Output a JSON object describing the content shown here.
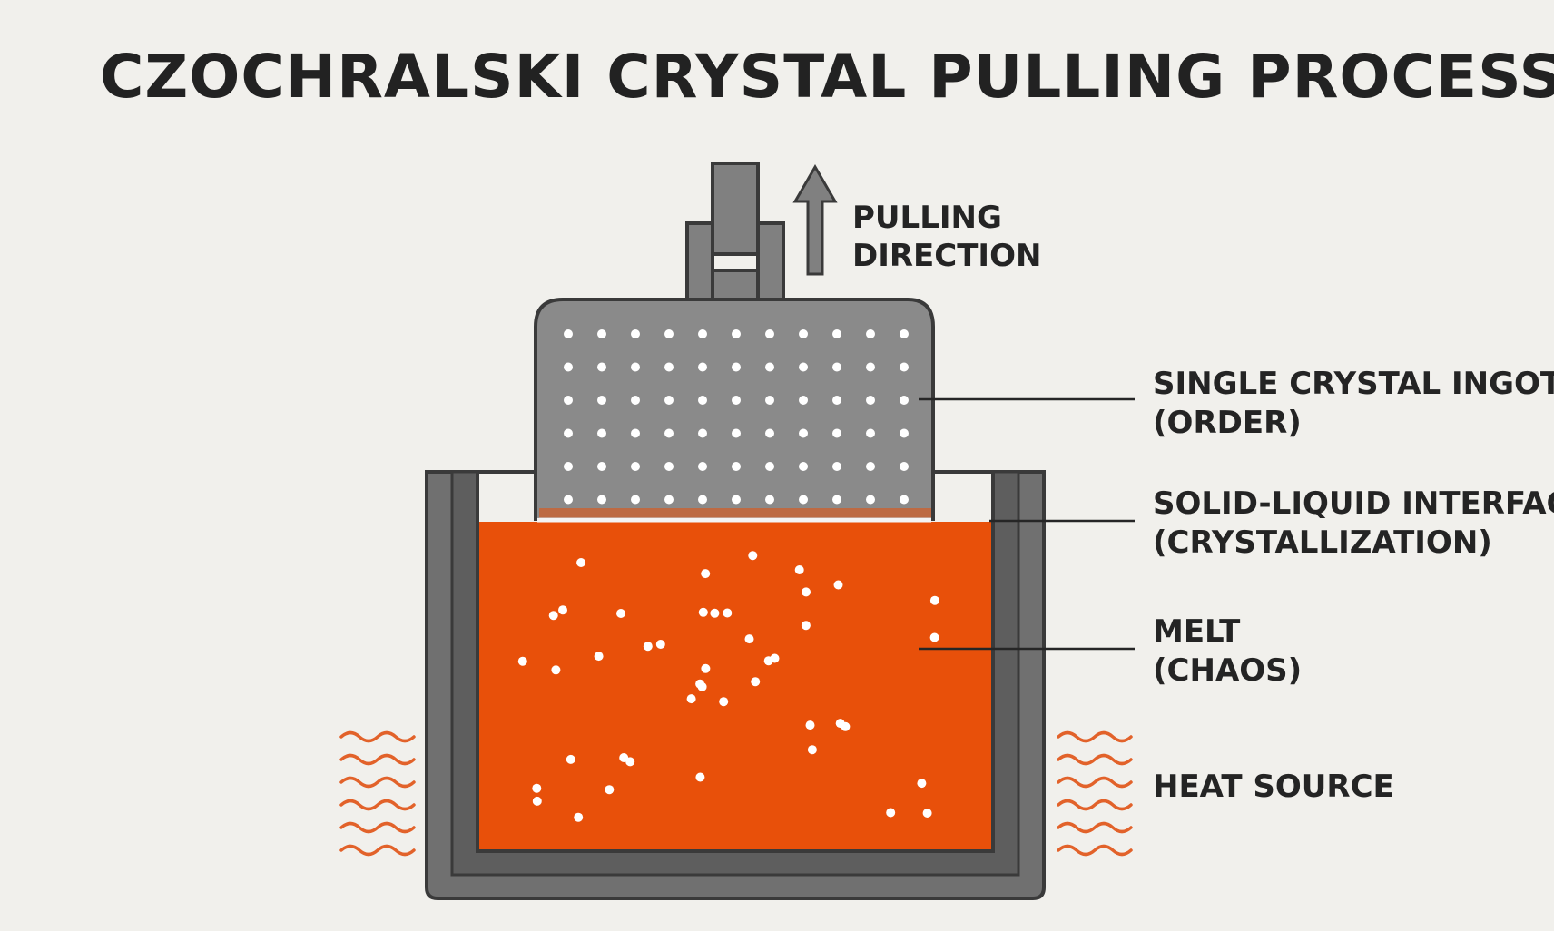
{
  "title": "CZOCHRALSKI CRYSTAL PULLING PROCESS",
  "labels": {
    "pulling_direction": [
      "PULLING",
      "DIRECTION"
    ],
    "ingot": [
      "SINGLE CRYSTAL INGOT",
      "(ORDER)"
    ],
    "interface": [
      "SOLID-LIQUID INTERFACE",
      "(CRYSTALLIZATION)"
    ],
    "melt": [
      "MELT",
      "(CHAOS)"
    ],
    "heat": [
      "HEAT SOURCE"
    ]
  },
  "colors": {
    "background": "#f1f0ec",
    "outline": "#3a3a3a",
    "crucible_gray": "#707070",
    "ingot_gray": "#8a8a8a",
    "melt_orange": "#e8500a",
    "heat_wave": "#e2622a",
    "text": "#242424"
  }
}
